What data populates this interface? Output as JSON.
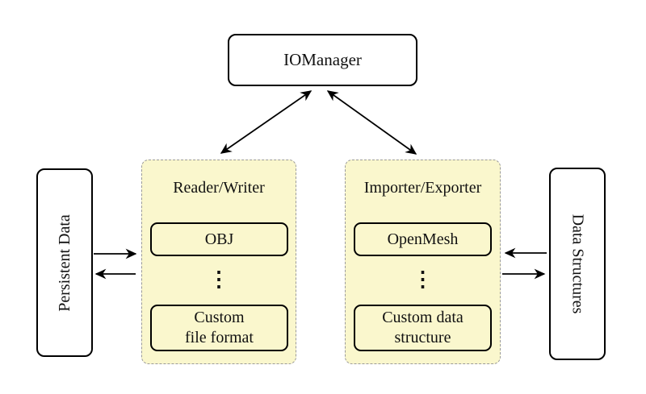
{
  "manager": {
    "label": "IOManager"
  },
  "groups": {
    "reader_writer": {
      "title": "Reader/Writer",
      "node_top": "OBJ",
      "ellipsis": "⋮",
      "node_bottom": "Custom\nfile format"
    },
    "importer_exporter": {
      "title": "Importer/Exporter",
      "node_top": "OpenMesh",
      "ellipsis": "⋮",
      "node_bottom": "Custom data\nstructure"
    }
  },
  "sides": {
    "persistent_data": {
      "label": "Persistent Data"
    },
    "data_structures": {
      "label": "Data Structures"
    }
  },
  "connections": [
    {
      "from": "IOManager",
      "to": "Reader/Writer",
      "direction": "bidirectional"
    },
    {
      "from": "IOManager",
      "to": "Importer/Exporter",
      "direction": "bidirectional"
    },
    {
      "from": "Persistent Data",
      "to": "Reader/Writer",
      "direction": "forward"
    },
    {
      "from": "Reader/Writer",
      "to": "Persistent Data",
      "direction": "forward"
    },
    {
      "from": "Data Structures",
      "to": "Importer/Exporter",
      "direction": "forward"
    },
    {
      "from": "Importer/Exporter",
      "to": "Data Structures",
      "direction": "forward"
    }
  ],
  "colors": {
    "group_fill": "#faf7cd",
    "group_border": "#9a9a9a",
    "node_fill": "#ffffff",
    "node_border": "#000000",
    "arrow": "#000000",
    "background": "#ffffff"
  }
}
